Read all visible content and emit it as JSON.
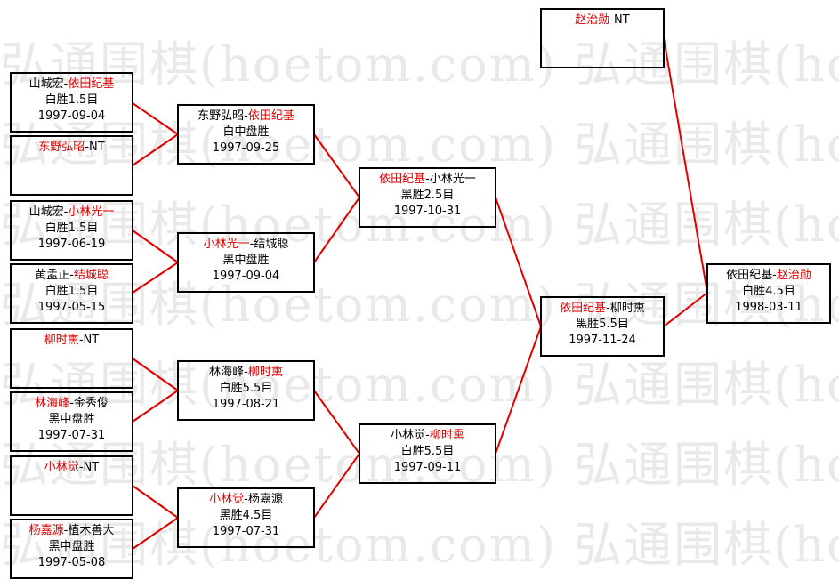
{
  "watermark": "弘通围棋(hoetom.com) 弘通围棋(hoetom.com) 弘通围棋(hoetom.com)",
  "colors": {
    "winner": "#e00000",
    "line": "#e00000",
    "border": "#000000"
  },
  "matches": {
    "r1_1": {
      "p1": "山城宏",
      "sep": "-",
      "p2": "依田纪基",
      "result": "白胜1.5目",
      "date": "1997-09-04"
    },
    "r1_2": {
      "p1": "东野弘昭",
      "sep": "-",
      "p2": "NT",
      "result": "",
      "date": ""
    },
    "r1_3": {
      "p1": "山城宏",
      "sep": "-",
      "p2": "小林光一",
      "result": "白胜1.5目",
      "date": "1997-06-19"
    },
    "r1_4": {
      "p1": "黄孟正",
      "sep": "-",
      "p2": "结城聪",
      "result": "白胜1.5目",
      "date": "1997-05-15"
    },
    "r1_5": {
      "p1": "柳时熏",
      "sep": "-",
      "p2": "NT",
      "result": "",
      "date": ""
    },
    "r1_6": {
      "p1": "林海峰",
      "sep": "-",
      "p2": "金秀俊",
      "result": "黑中盘胜",
      "date": "1997-07-31"
    },
    "r1_7": {
      "p1": "小林觉",
      "sep": "-",
      "p2": "NT",
      "result": "",
      "date": ""
    },
    "r1_8": {
      "p1": "杨嘉源",
      "sep": "-",
      "p2": "植木善大",
      "result": "黑中盘胜",
      "date": "1997-05-08"
    },
    "r2_1": {
      "p1": "东野弘昭",
      "sep": "-",
      "p2": "依田纪基",
      "result": "白中盘胜",
      "date": "1997-09-25"
    },
    "r2_2": {
      "p1": "小林光一",
      "sep": "-",
      "p2": "结城聪",
      "result": "黑中盘胜",
      "date": "1997-09-04"
    },
    "r2_3": {
      "p1": "林海峰",
      "sep": "-",
      "p2": "柳时熏",
      "result": "白胜5.5目",
      "date": "1997-08-21"
    },
    "r2_4": {
      "p1": "小林觉",
      "sep": "-",
      "p2": "杨嘉源",
      "result": "黑胜4.5目",
      "date": "1997-07-31"
    },
    "r3_1": {
      "p1": "依田纪基",
      "sep": "-",
      "p2": "小林光一",
      "result": "黑胜2.5目",
      "date": "1997-10-31"
    },
    "r3_2": {
      "p1": "小林觉",
      "sep": "-",
      "p2": "柳时熏",
      "result": "白胜5.5目",
      "date": "1997-09-11"
    },
    "r4_1": {
      "p1": "依田纪基",
      "sep": "-",
      "p2": "柳时熏",
      "result": "黑胜5.5目",
      "date": "1997-11-24"
    },
    "seed": {
      "p1": "赵治勋",
      "sep": "-",
      "p2": "NT",
      "result": "",
      "date": ""
    },
    "final": {
      "p1": "依田纪基",
      "sep": "-",
      "p2": "赵治勋",
      "result": "白胜4.5目",
      "date": "1998-03-11"
    }
  }
}
